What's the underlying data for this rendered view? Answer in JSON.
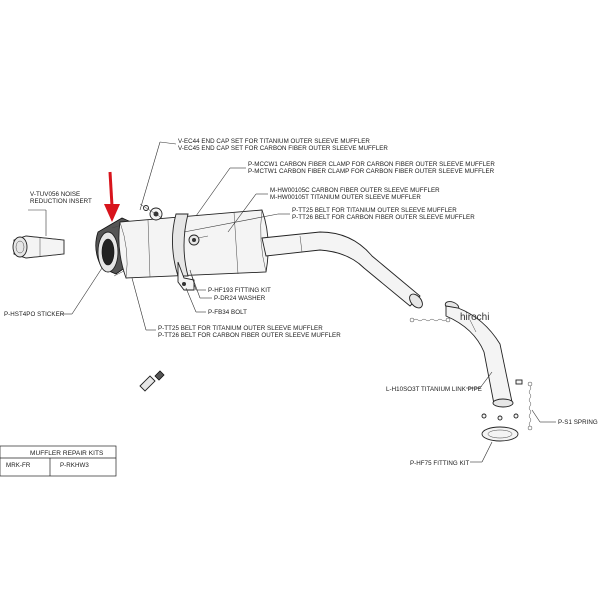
{
  "labels": {
    "end_cap_ti": "V-EC44  END CAP SET FOR TITANIUM OUTER SLEEVE MUFFLER",
    "end_cap_carbon": "V-EC45  END CAP SET FOR CARBON FIBER OUTER SLEEVE MUFFLER",
    "clamp_ti": "P-MCCW1  CARBON FIBER CLAMP FOR CARBON FIBER OUTER SLEEVE MUFFLER",
    "clamp_carbon": "P-MCTW1  CARBON FIBER CLAMP FOR CARBON FIBER OUTER SLEEVE MUFFLER",
    "muffler_carbon": "M-HW00105C  CARBON FIBER OUTER SLEEVE MUFFLER",
    "muffler_ti": "M-HW00105T  TITANIUM OUTER SLEEVE MUFFLER",
    "belt_ti_top": "P-TT25  BELT FOR TITANIUM OUTER SLEEVE MUFFLER",
    "belt_carbon_top": "P-TT26  BELT FOR CARBON FIBER OUTER SLEEVE MUFFLER",
    "noise_insert_1": "V-TUV056  NOISE",
    "noise_insert_2": "REDUCTION INSERT",
    "fitting_kit_top": "P-HF193  FITTING KIT",
    "washer": "P-DR24  WASHER",
    "bolt": "P-FB34  BOLT",
    "sticker": "P-HST4PO  STICKER",
    "belt_ti_bottom": "P-TT25  BELT FOR TITANIUM OUTER SLEEVE MUFFLER",
    "belt_carbon_bottom": "P-TT26  BELT FOR CARBON FIBER OUTER SLEEVE MUFFLER",
    "link_pipe": "L-H10SO3T  TITANIUM LINK PIPE",
    "spring": "P-S1  SPRING",
    "fitting_kit_bottom": "P-HF75  FITTING KIT"
  },
  "repair_kits": {
    "title": "MUFFLER REPAIR KITS",
    "row_left": "MRK-FR",
    "row_right": "P-RKHW3"
  },
  "watermark": "hirochi",
  "colors": {
    "arrow": "#d8141c",
    "line": "#333333"
  }
}
